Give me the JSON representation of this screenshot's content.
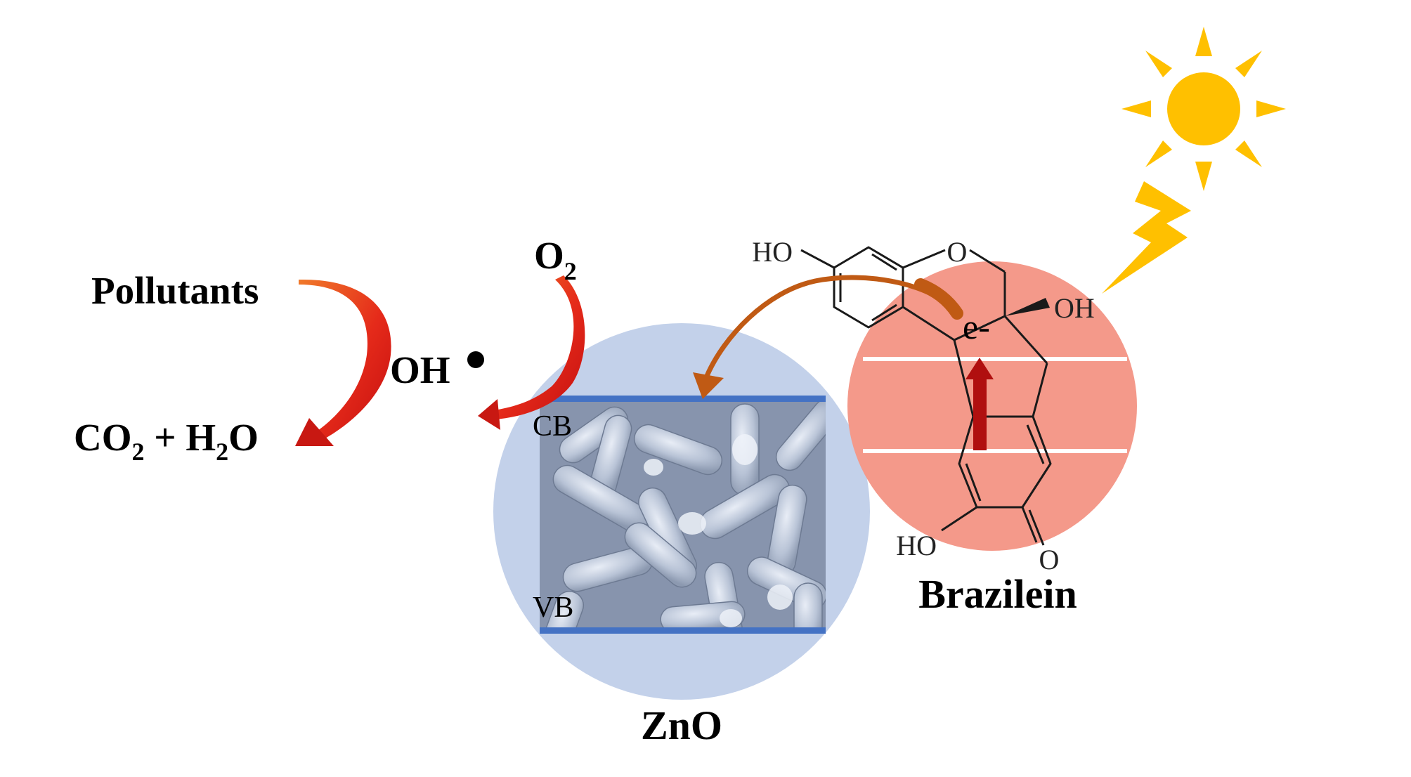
{
  "labels": {
    "pollutants": "Pollutants",
    "co2_h2o": {
      "co": "CO",
      "co_sub": "2",
      "plus_h": " + H",
      "h_sub": "2",
      "o": "O"
    },
    "oh_radical": "OH",
    "o2": {
      "o": "O",
      "sub": "2"
    },
    "cb": "CB",
    "vb": "VB",
    "zno": "ZnO",
    "electron": "e-",
    "brazilein": "Brazilein",
    "ho_top": "HO",
    "o_ring": "O",
    "oh_right": "OH",
    "ho_bottom": "HO",
    "o_keto": "O"
  },
  "colors": {
    "red_arrow": "#e0261c",
    "orange_arrow": "#c05a14",
    "zno_circle": "#c3d1ea",
    "band_line": "#4472c4",
    "sem_image": "#8e9cb4",
    "brazilein_circle": "#f4998a",
    "band_white": "#ffffff",
    "excitation_arrow": "#b00f0f",
    "sun": "#ffc000"
  },
  "icons": {
    "sun": "sun-icon",
    "lightning": "lightning-icon",
    "radical_dot": "radical-dot-icon"
  }
}
